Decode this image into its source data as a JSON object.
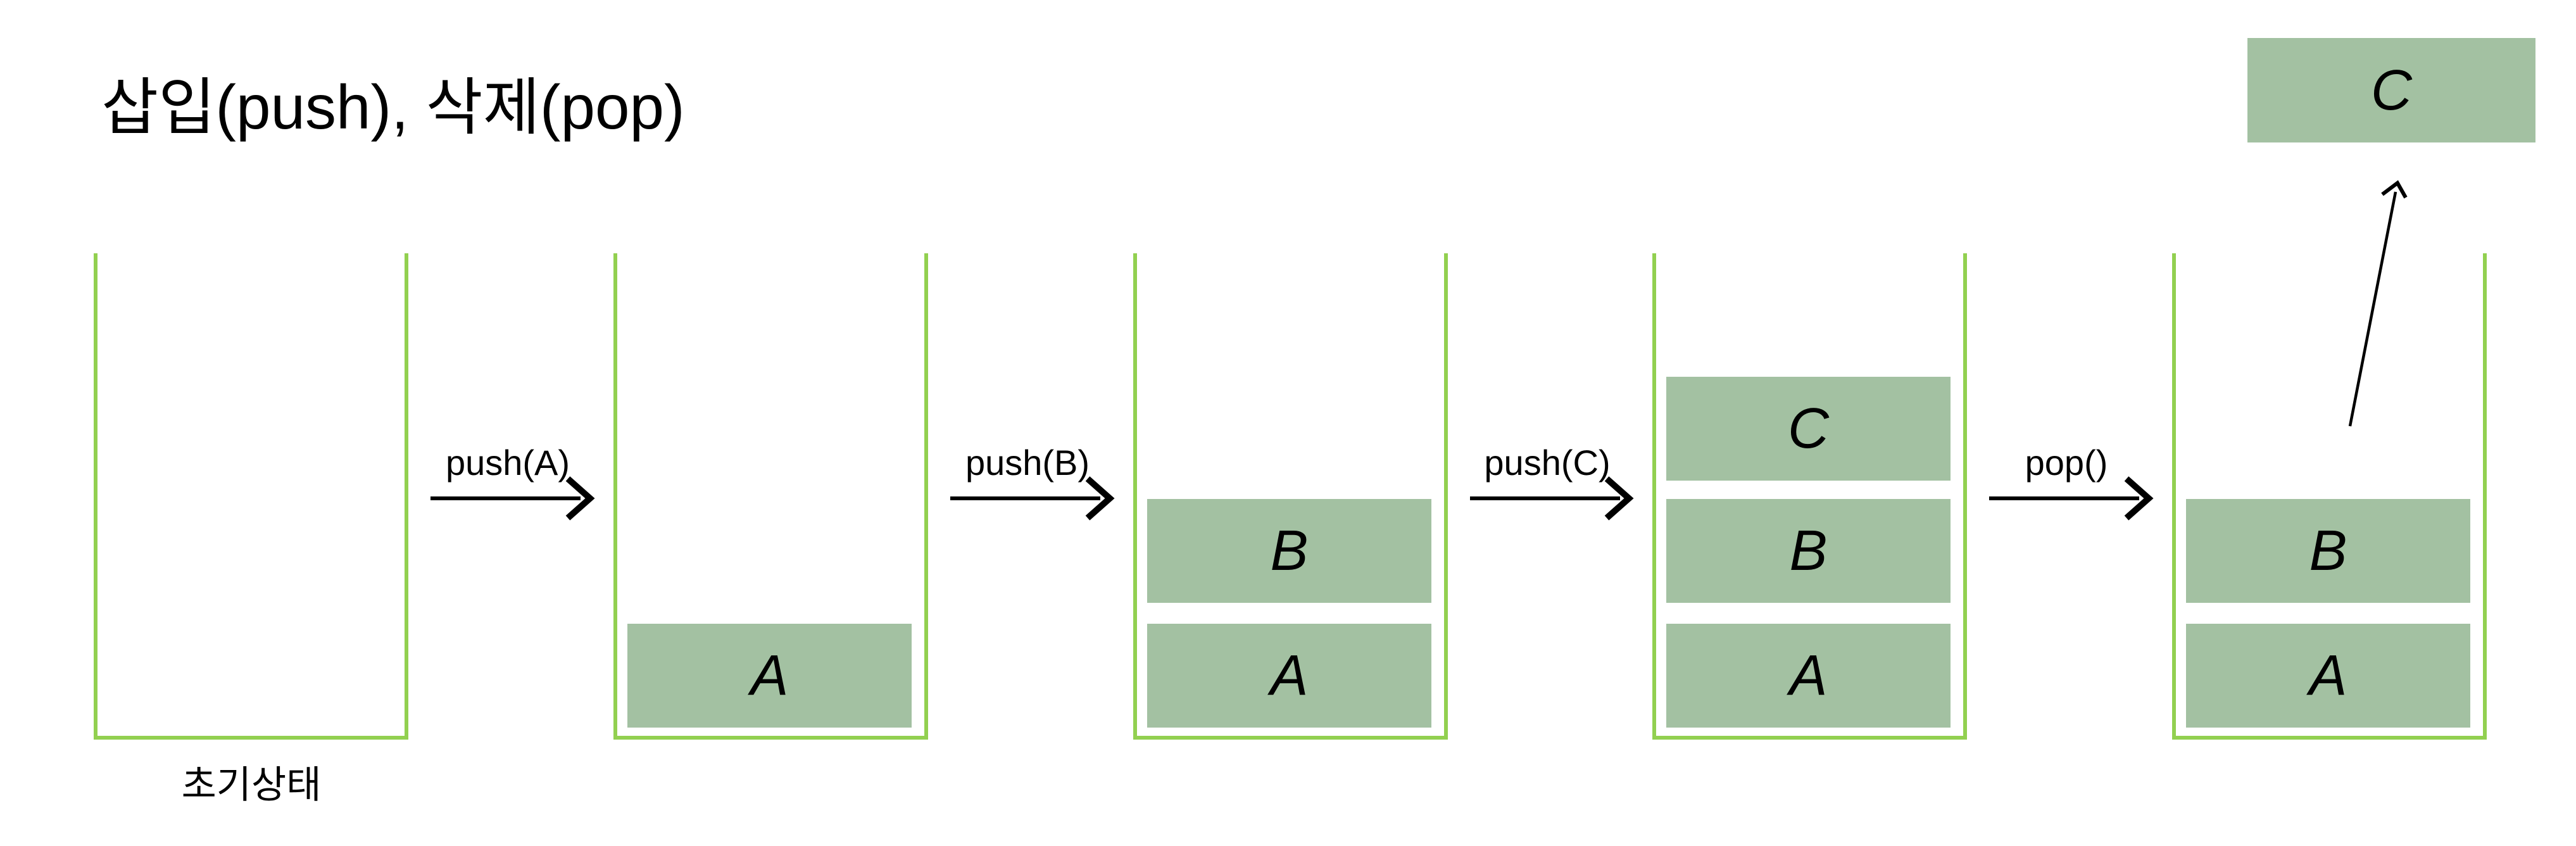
{
  "title": "삽입(push), 삭제(pop)",
  "colors": {
    "stack_border": "#92d050",
    "block_fill": "#a3c1a2",
    "arrow": "#000000",
    "text": "#000000",
    "background": "#ffffff"
  },
  "stacks": [
    {
      "label": "초기상태",
      "items": []
    },
    {
      "items": [
        "A"
      ]
    },
    {
      "items": [
        "B",
        "A"
      ]
    },
    {
      "items": [
        "C",
        "B",
        "A"
      ]
    },
    {
      "items": [
        "B",
        "A"
      ]
    }
  ],
  "operations": [
    {
      "label": "push(A)"
    },
    {
      "label": "push(B)"
    },
    {
      "label": "push(C)"
    },
    {
      "label": "pop()"
    }
  ],
  "popped_block": "C"
}
